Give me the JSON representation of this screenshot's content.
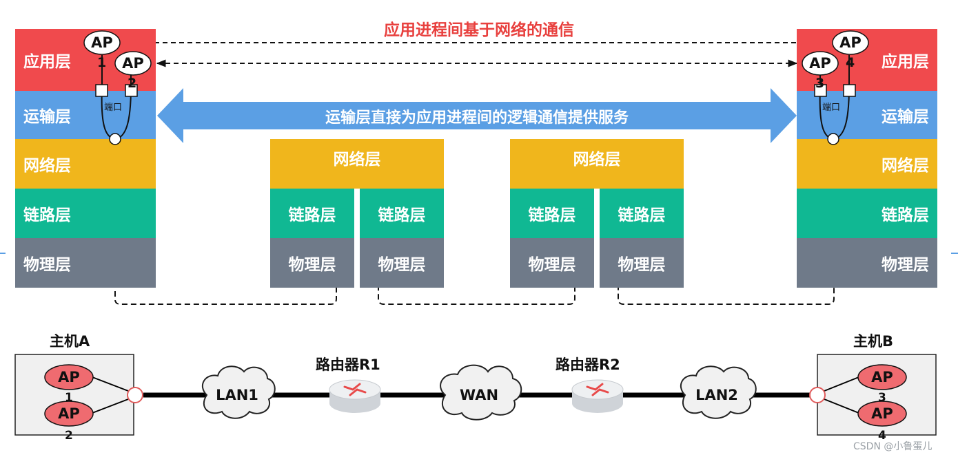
{
  "title": "应用进程间基于网络的通信",
  "transport_banner": "运输层直接为应用进程间的逻辑通信提供服务",
  "layers": {
    "application": "应用层",
    "transport": "运输层",
    "network": "网络层",
    "link": "链路层",
    "physical": "物理层"
  },
  "port_label": "端口",
  "ap_label": "AP",
  "ap_numbers": [
    "1",
    "2",
    "3",
    "4"
  ],
  "hosts": {
    "a": "主机A",
    "b": "主机B"
  },
  "routers": {
    "r1": "路由器R1",
    "r2": "路由器R2"
  },
  "clouds": {
    "lan1": "LAN1",
    "wan": "WAN",
    "lan2": "LAN2"
  },
  "watermark": "CSDN @小鲁蛋儿",
  "colors": {
    "application": "#f04a4d",
    "transport": "#5b9fe4",
    "network": "#f0b61c",
    "link": "#10b893",
    "physical": "#6f7a89",
    "title": "#e8403e"
  }
}
